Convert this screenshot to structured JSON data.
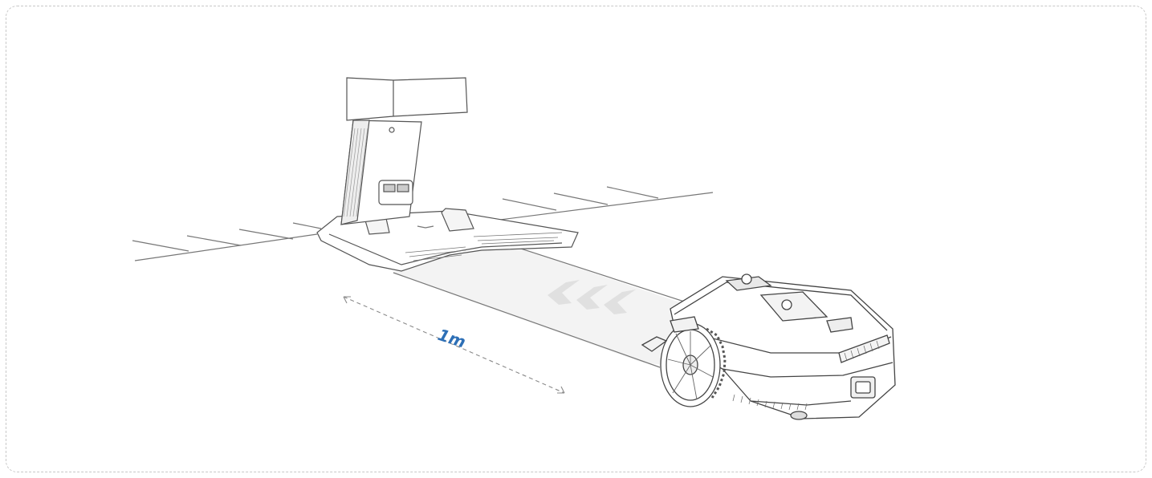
{
  "diagram": {
    "distance_label": "1m",
    "colors": {
      "line": "#666666",
      "dim_line": "#8a8a8a",
      "accent": "#2d6fb6",
      "path_fill": "#f1f1f1",
      "arrow_fill": "#e2e2e2",
      "frame": "#c8c8c8"
    },
    "elements": [
      "charging-station",
      "robot-mower",
      "boundary-wire",
      "direction-chevrons",
      "distance-dimension"
    ]
  }
}
